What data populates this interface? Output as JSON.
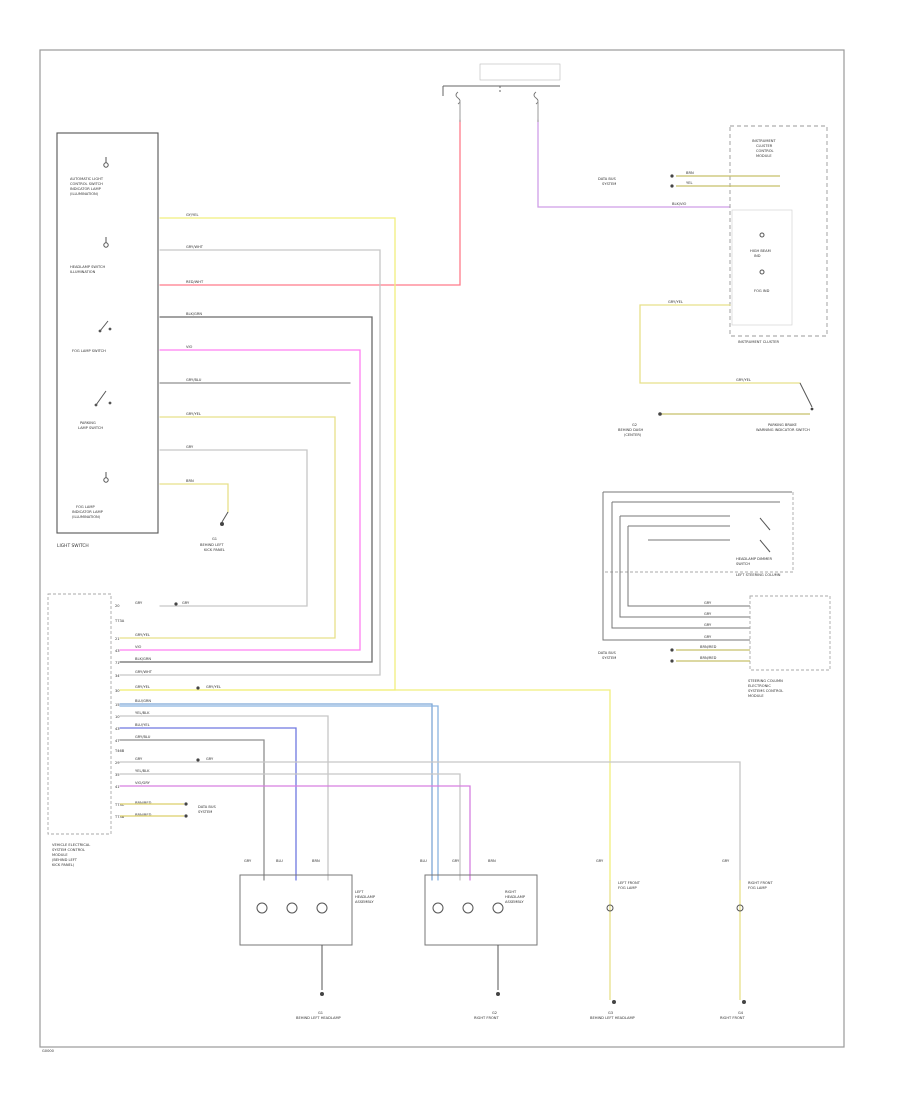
{
  "labels": {
    "light_switch": "LIGHT SWITCH",
    "instrument_cluster": "INSTRUMENT CLUSTER",
    "corner_tag": "G0000",
    "left_steering_column": "LEFT STEERING COLUMN",
    "bcm": "VEHICLE ELECTRICAL SYSTEM CONTROL MODULE",
    "left_headlamp": "LEFT HEADLAMP",
    "right_headlamp": "RIGHT HEADLAMP",
    "left_fog": "LEFT FRONT FOG LAMP",
    "right_fog": "RIGHT FRONT FOG LAMP"
  },
  "ground_labels": [
    "G1",
    "G2",
    "G3",
    "G4"
  ],
  "colors": {
    "red": "#ff7b8a",
    "pink": "#ff7ff2",
    "yellow": "#f1ef7e",
    "blue": "#7da6d6",
    "gray": "#8f8f8f"
  }
}
